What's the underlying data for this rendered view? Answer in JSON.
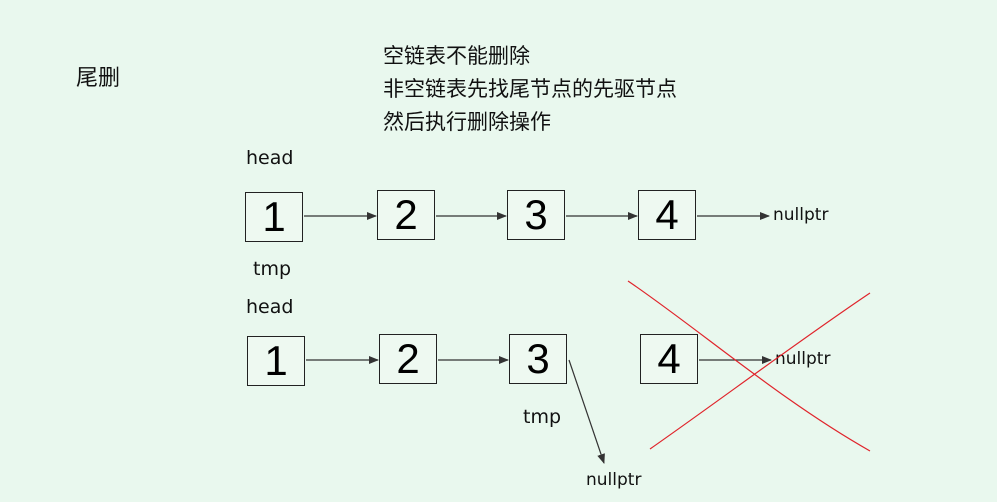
{
  "title": "尾删",
  "notes": [
    "空链表不能删除",
    "非空链表先找尾节点的先驱节点",
    "然后执行删除操作"
  ],
  "top_list": {
    "head_label": "head",
    "tmp_label": "tmp",
    "nodes": [
      "1",
      "2",
      "3",
      "4"
    ],
    "null_label": "nullptr"
  },
  "bottom_list": {
    "head_label": "head",
    "tmp_label": "tmp",
    "nodes": [
      "1",
      "2",
      "3",
      "4"
    ],
    "null_label_deleted": "nullptr",
    "null_label_new": "nullptr"
  },
  "colors": {
    "cross": "#e0242b",
    "arrow": "#333333"
  }
}
